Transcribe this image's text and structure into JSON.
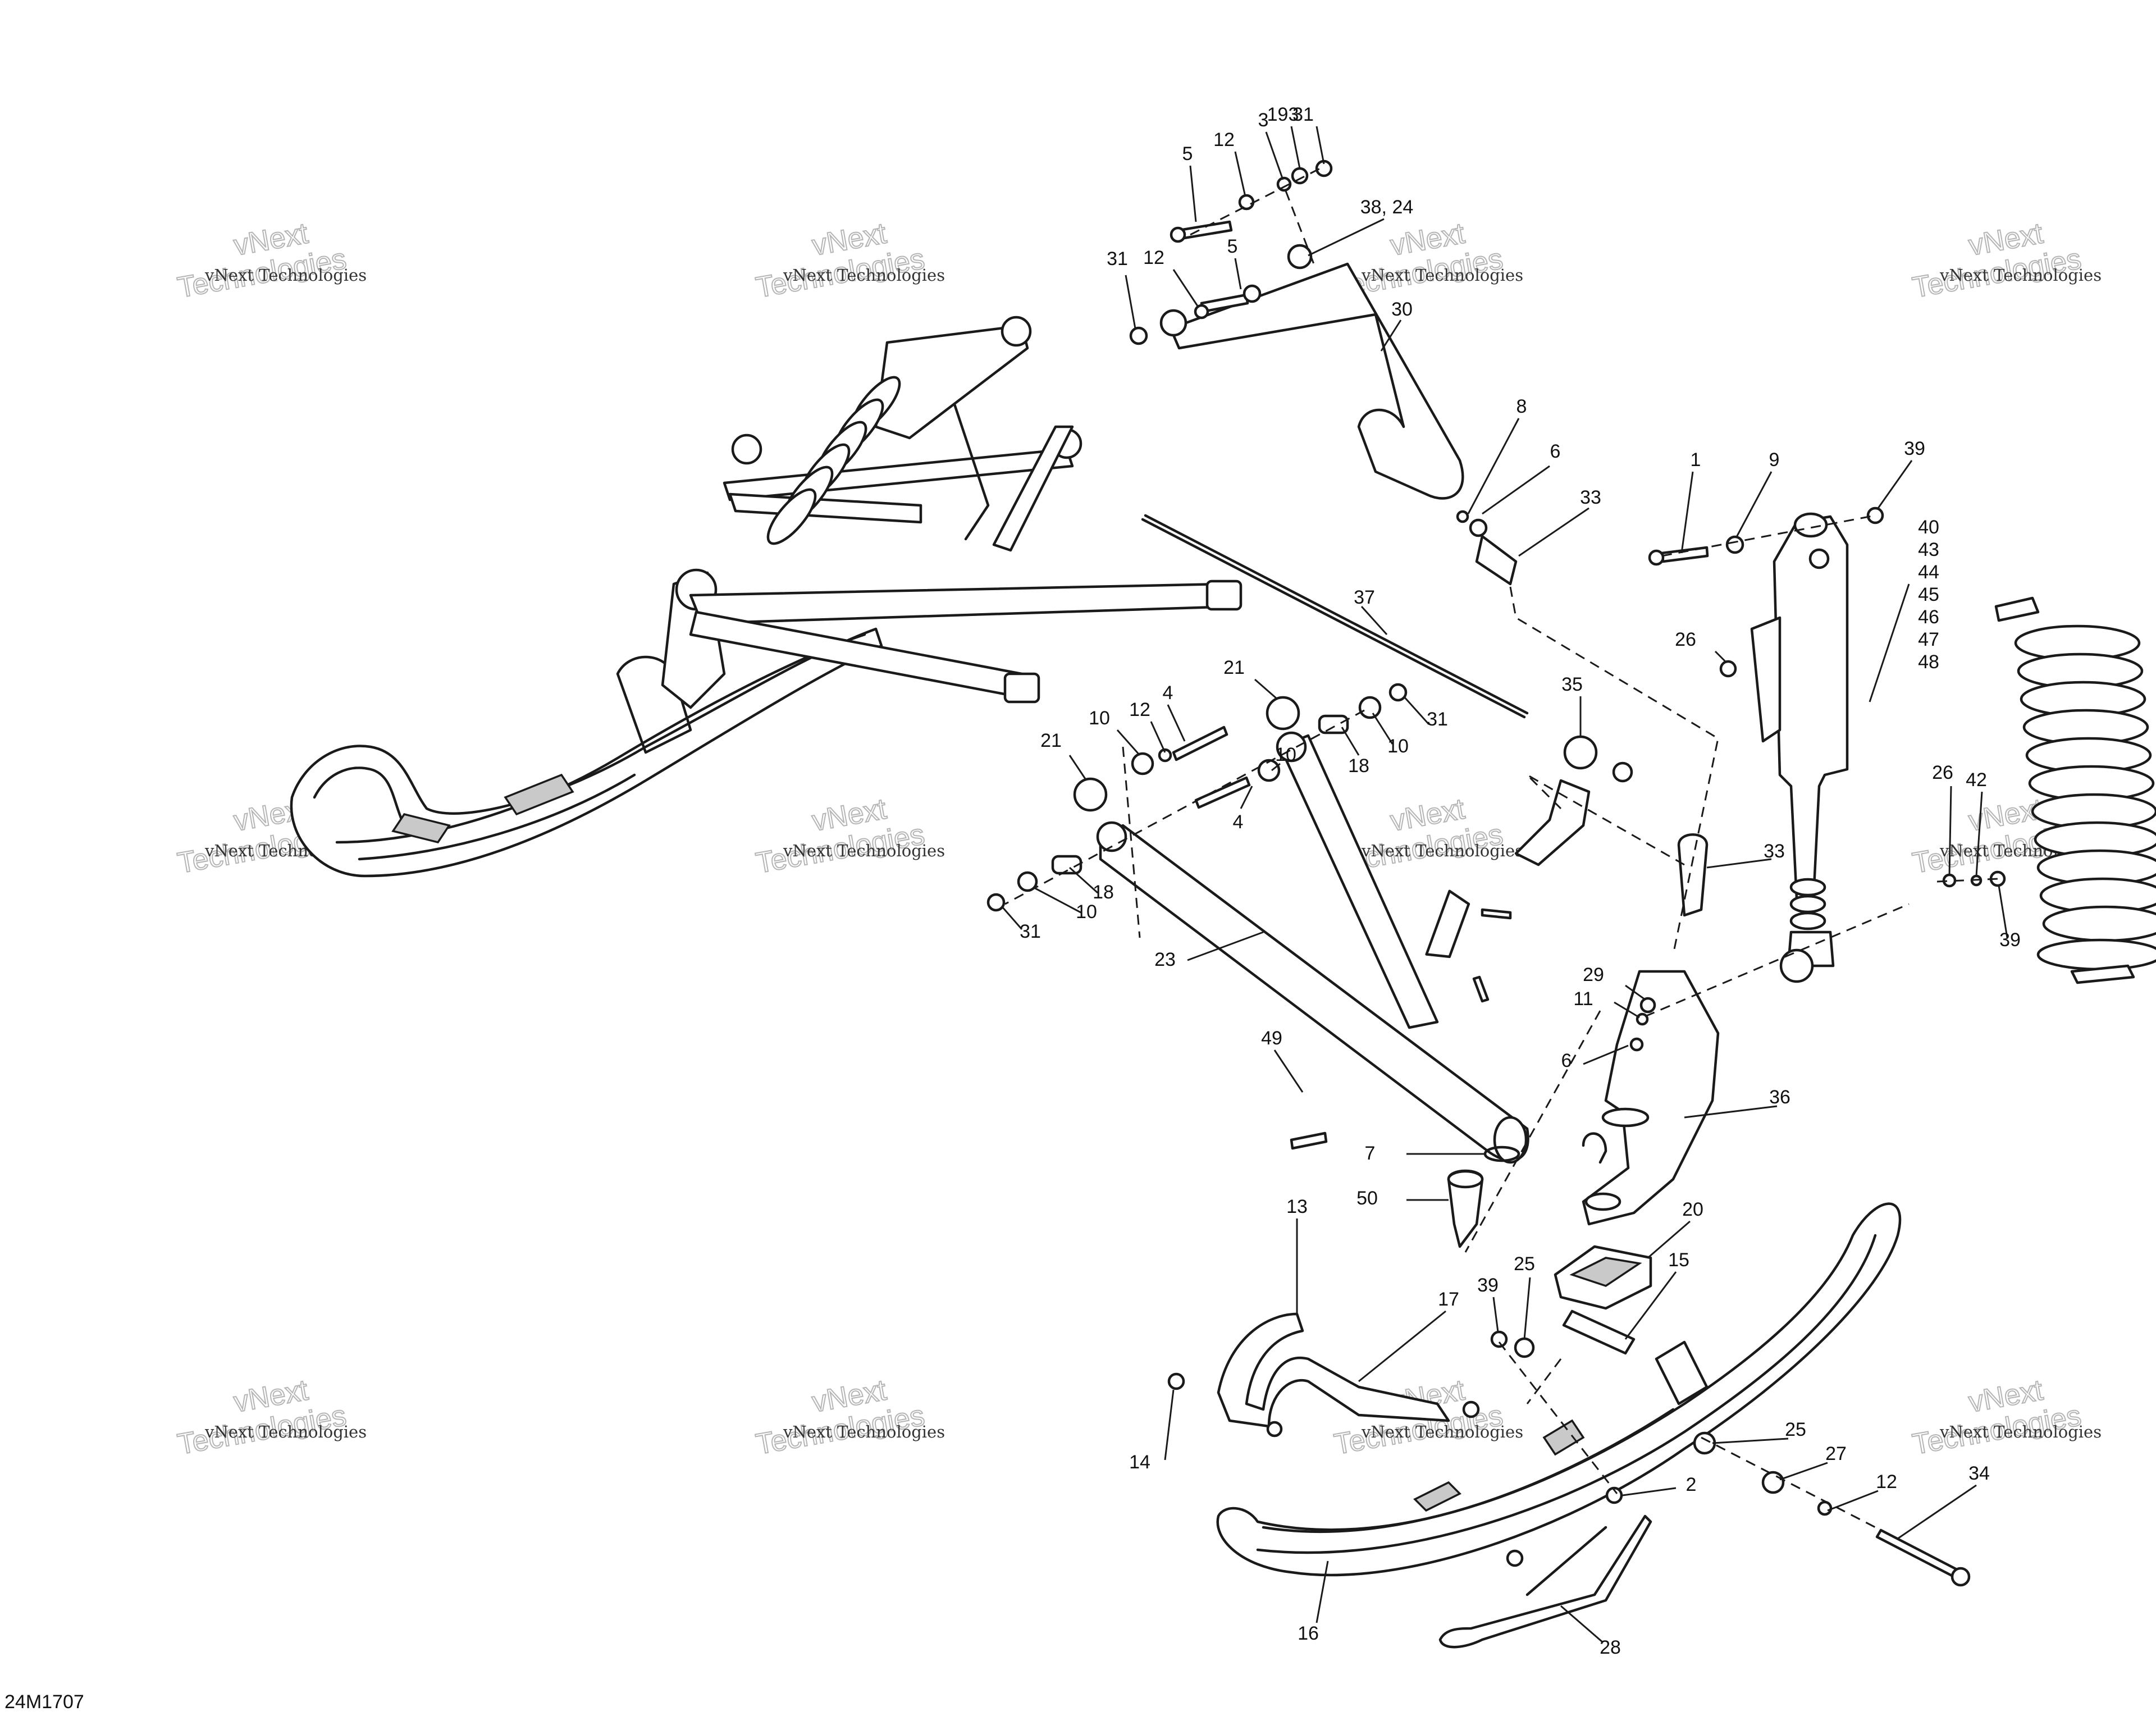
{
  "drawing_code": "24M1707",
  "watermark": {
    "line1": "vNext Technologies",
    "line2a": "vNext",
    "line2b": "Technologies"
  },
  "callouts": [
    {
      "id": "c1",
      "text": "1"
    },
    {
      "id": "c2",
      "text": "2"
    },
    {
      "id": "c3",
      "text": "3"
    },
    {
      "id": "c4a",
      "text": "4"
    },
    {
      "id": "c4b",
      "text": "4"
    },
    {
      "id": "c5a",
      "text": "5"
    },
    {
      "id": "c5b",
      "text": "5"
    },
    {
      "id": "c6a",
      "text": "6"
    },
    {
      "id": "c6b",
      "text": "6"
    },
    {
      "id": "c7",
      "text": "7"
    },
    {
      "id": "c8",
      "text": "8"
    },
    {
      "id": "c9",
      "text": "9"
    },
    {
      "id": "c10a",
      "text": "10"
    },
    {
      "id": "c10b",
      "text": "10"
    },
    {
      "id": "c10c",
      "text": "10"
    },
    {
      "id": "c10d",
      "text": "10"
    },
    {
      "id": "c11",
      "text": "11"
    },
    {
      "id": "c12a",
      "text": "12"
    },
    {
      "id": "c12b",
      "text": "12"
    },
    {
      "id": "c12c",
      "text": "12"
    },
    {
      "id": "c12d",
      "text": "12"
    },
    {
      "id": "c13",
      "text": "13"
    },
    {
      "id": "c14",
      "text": "14"
    },
    {
      "id": "c15",
      "text": "15"
    },
    {
      "id": "c16",
      "text": "16"
    },
    {
      "id": "c17",
      "text": "17"
    },
    {
      "id": "c18a",
      "text": "18"
    },
    {
      "id": "c18b",
      "text": "18"
    },
    {
      "id": "c193",
      "text": "193"
    },
    {
      "id": "c20",
      "text": "20"
    },
    {
      "id": "c21a",
      "text": "21"
    },
    {
      "id": "c21b",
      "text": "21"
    },
    {
      "id": "c23",
      "text": "23"
    },
    {
      "id": "c25a",
      "text": "25"
    },
    {
      "id": "c25b",
      "text": "25"
    },
    {
      "id": "c26a",
      "text": "26"
    },
    {
      "id": "c26b",
      "text": "26"
    },
    {
      "id": "c27",
      "text": "27"
    },
    {
      "id": "c28",
      "text": "28"
    },
    {
      "id": "c29",
      "text": "29"
    },
    {
      "id": "c30",
      "text": "30"
    },
    {
      "id": "c31a",
      "text": "31"
    },
    {
      "id": "c31b",
      "text": "31"
    },
    {
      "id": "c31c",
      "text": "31"
    },
    {
      "id": "c31d",
      "text": "31"
    },
    {
      "id": "c33a",
      "text": "33"
    },
    {
      "id": "c33b",
      "text": "33"
    },
    {
      "id": "c34",
      "text": "34"
    },
    {
      "id": "c35",
      "text": "35"
    },
    {
      "id": "c36",
      "text": "36"
    },
    {
      "id": "c37",
      "text": "37"
    },
    {
      "id": "c3824",
      "text": "38, 24"
    },
    {
      "id": "c39a",
      "text": "39"
    },
    {
      "id": "c39b",
      "text": "39"
    },
    {
      "id": "c39c",
      "text": "39"
    },
    {
      "id": "c40",
      "text": "40"
    },
    {
      "id": "c43",
      "text": "43"
    },
    {
      "id": "c44",
      "text": "44"
    },
    {
      "id": "c45",
      "text": "45"
    },
    {
      "id": "c46",
      "text": "46"
    },
    {
      "id": "c47",
      "text": "47"
    },
    {
      "id": "c48",
      "text": "48"
    },
    {
      "id": "c42",
      "text": "42"
    },
    {
      "id": "c49",
      "text": "49"
    },
    {
      "id": "c50",
      "text": "50"
    }
  ]
}
